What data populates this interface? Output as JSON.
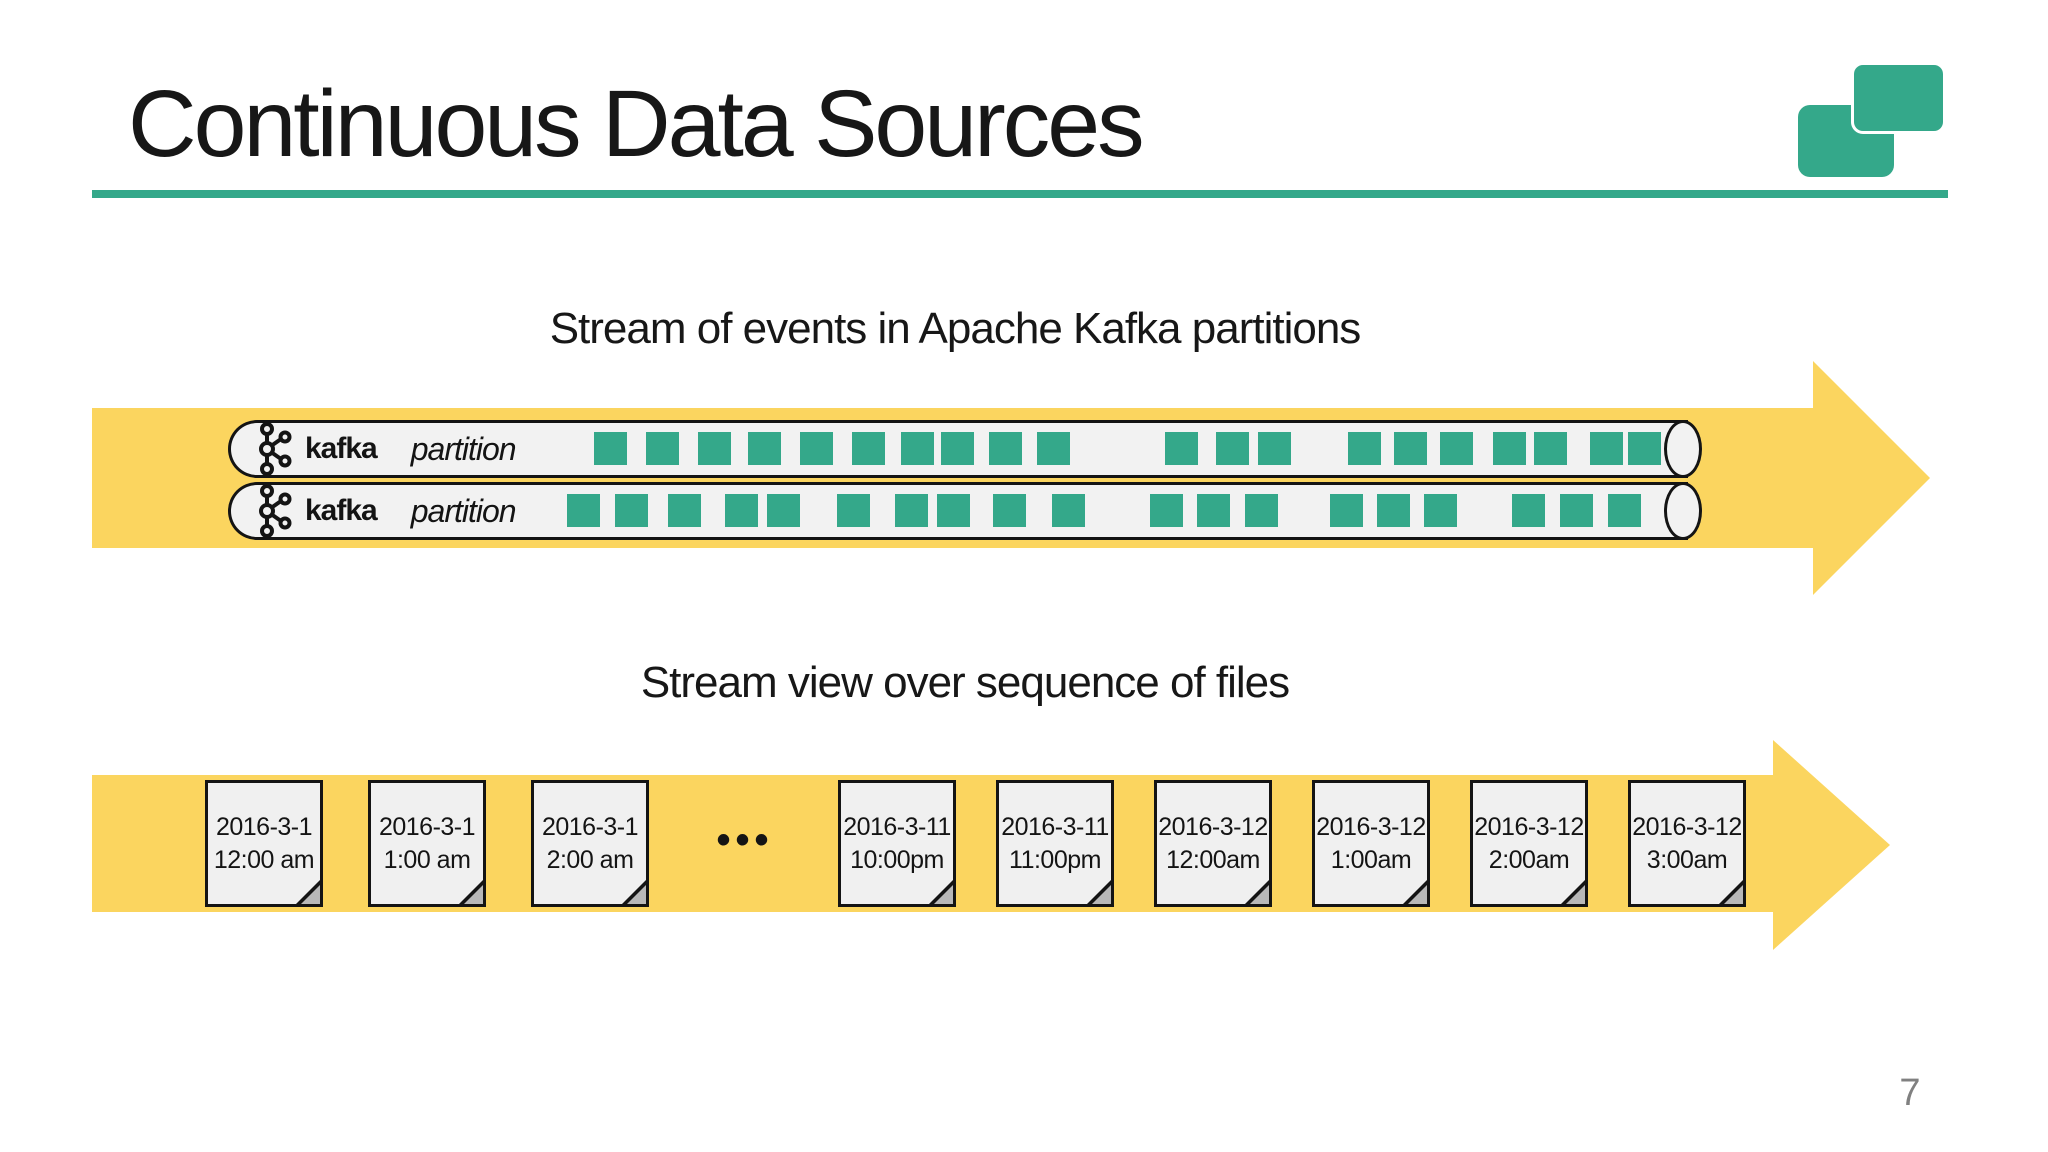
{
  "slide": {
    "title": "Continuous Data Sources",
    "page_number": "7",
    "accent_teal": "#34A88A",
    "arrow_yellow": "#FBD55F"
  },
  "kafka_section": {
    "heading": "Stream of events in Apache Kafka partitions",
    "partitions": [
      {
        "logo_label": "kafka",
        "label": "partition",
        "square_positions": [
          594,
          646,
          698,
          748,
          800,
          852,
          901,
          941,
          989,
          1037,
          1165,
          1216,
          1258,
          1348,
          1394,
          1440,
          1493,
          1534,
          1590,
          1628
        ]
      },
      {
        "logo_label": "kafka",
        "label": "partition",
        "square_positions": [
          567,
          615,
          668,
          725,
          767,
          837,
          895,
          937,
          993,
          1052,
          1150,
          1197,
          1245,
          1330,
          1377,
          1424,
          1512,
          1560,
          1608
        ]
      }
    ]
  },
  "files_section": {
    "heading": "Stream view over sequence of files",
    "ellipsis": "•••",
    "files": [
      {
        "date": "2016-3-1",
        "time": "12:00 am"
      },
      {
        "date": "2016-3-1",
        "time": "1:00 am"
      },
      {
        "date": "2016-3-1",
        "time": "2:00 am"
      },
      {
        "date": "2016-3-11",
        "time": "10:00pm"
      },
      {
        "date": "2016-3-11",
        "time": "11:00pm"
      },
      {
        "date": "2016-3-12",
        "time": "12:00am"
      },
      {
        "date": "2016-3-12",
        "time": "1:00am"
      },
      {
        "date": "2016-3-12",
        "time": "2:00am"
      },
      {
        "date": "2016-3-12",
        "time": "3:00am"
      }
    ]
  }
}
